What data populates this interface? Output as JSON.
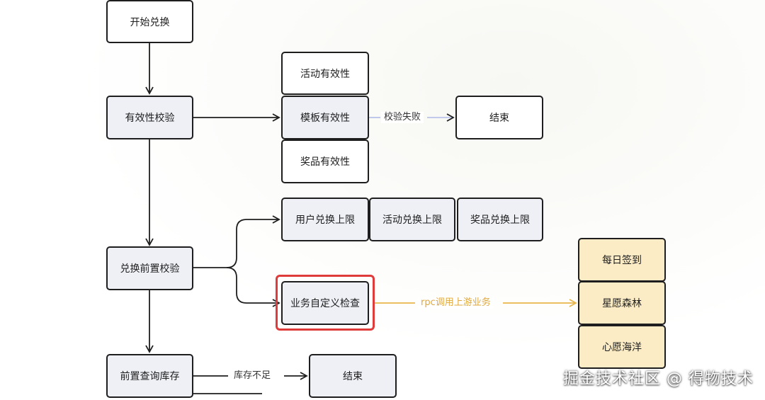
{
  "nodes": {
    "start": "开始兑换",
    "validity_check": "有效性校验",
    "activity_validity": "活动有效性",
    "template_validity": "模板有效性",
    "prize_validity": "奖品有效性",
    "end_1": "结束",
    "pre_check": "兑换前置校验",
    "user_limit": "用户兑换上限",
    "activity_limit": "活动兑换上限",
    "prize_limit": "奖品兑换上限",
    "custom_check": "业务自定义检查",
    "daily_signin": "每日签到",
    "star_forest": "星愿森林",
    "heart_ocean": "心愿海洋",
    "stock_query": "前置查询库存",
    "end_2": "结束"
  },
  "edge_labels": {
    "validate_fail": "校验失败",
    "rpc_upstream": "rpc调用上游业务",
    "stock_insufficient": "库存不足"
  },
  "watermark": "掘金技术社区 @ 得物技术",
  "colors": {
    "highlight": "#e03b3b",
    "rpc_edge": "#e8b54a",
    "fail_edge": "#b9c3e8",
    "yellow_fill": "#fbecc6",
    "gray_fill": "#eef0f6"
  }
}
